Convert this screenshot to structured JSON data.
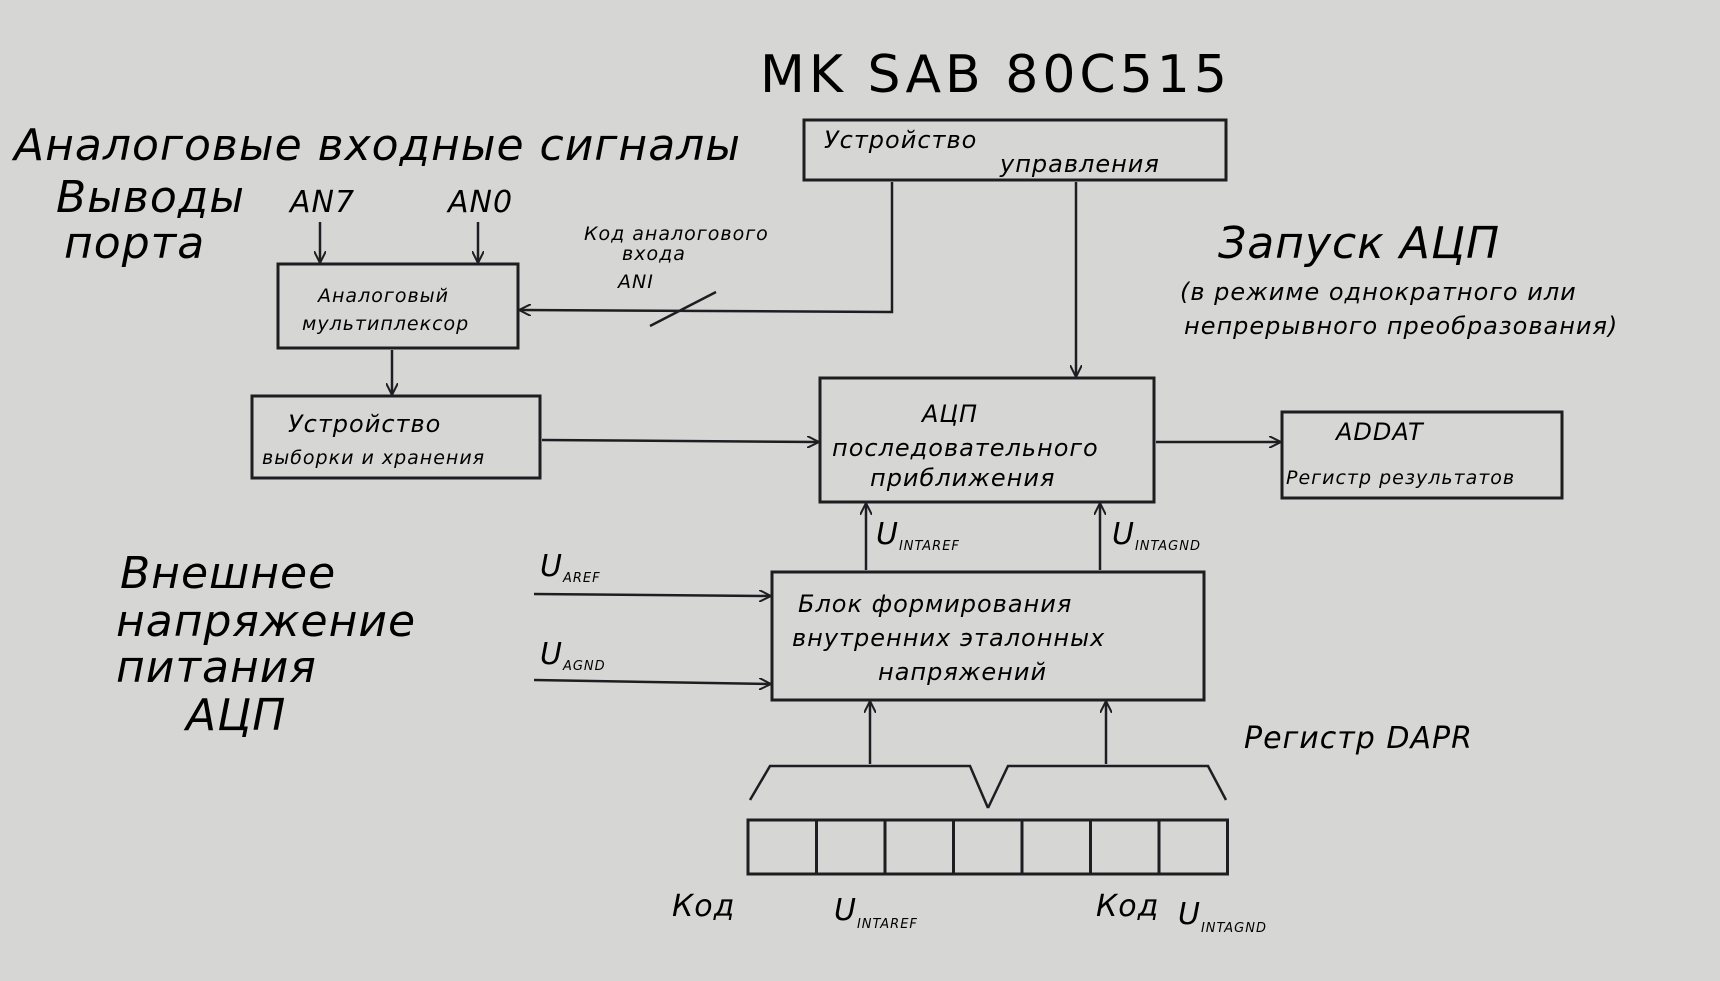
{
  "title": "MK SAB 80C515",
  "labels": {
    "analog_inputs": "Аналоговые входные сигналы",
    "port_pins_line1": "Выводы",
    "port_pins_line2": "порта",
    "an7": "AN7",
    "an0": "AN0",
    "code_line1": "Код аналогового",
    "code_line2": "входа",
    "code_line3": "ANI",
    "start_adc": "Запуск АЦП",
    "start_mode_line1": "(в режиме однократного или",
    "start_mode_line2": "непрерывного преобразования)",
    "ext_line1": "Внешнее",
    "ext_line2": "напряжение",
    "ext_line3": "питания",
    "ext_line4": "АЦП",
    "uaref_main": "U",
    "uaref_sub": "AREF",
    "uagnd_main": "U",
    "uagnd_sub": "AGND",
    "uintaref_main": "U",
    "uintaref_sub": "INTAREF",
    "uintagnd_main": "U",
    "uintagnd_sub": "INTAGND",
    "register_daph": "Регистр DAPR",
    "code_left": "Код",
    "code_right": "Код",
    "bottom_u_left_main": "U",
    "bottom_u_left_sub": "INTAREF",
    "bottom_u_right_main": "U",
    "bottom_u_right_sub": "INTAGND"
  },
  "blocks": {
    "control_line1": "Устройство",
    "control_line2": "управления",
    "mux_line1": "Аналоговый",
    "mux_line2": "мультиплексор",
    "sh_line1": "Устройство",
    "sh_line2": "выборки и хранения",
    "adc_line1": "АЦП",
    "adc_line2": "последовательного",
    "adc_line3": "приближения",
    "addat_line1": "ADDAT",
    "addat_line2": "Регистр результатов",
    "ref_line1": "Блок формирования",
    "ref_line2": "внутренних эталонных",
    "ref_line3": "напряжений"
  },
  "register_cells": 7
}
